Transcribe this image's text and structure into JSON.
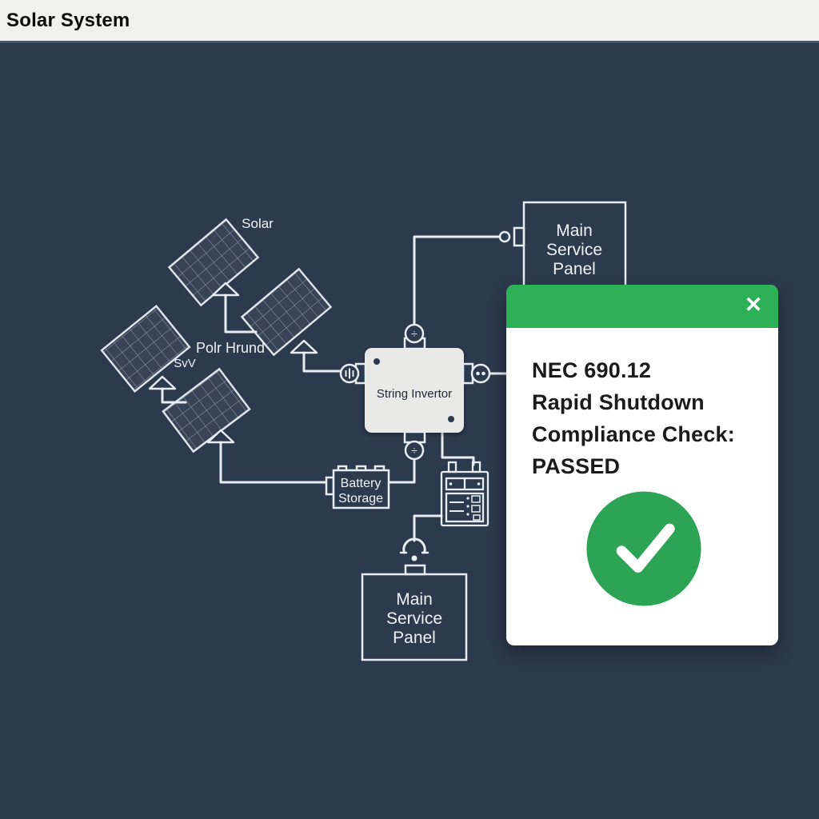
{
  "window": {
    "title": "Solar System"
  },
  "canvas": {
    "labels": {
      "solar": "Solar",
      "note_primary": "Polr Hrund",
      "note_secondary": "SvV",
      "inverter": "String Invertor",
      "battery": [
        "Battery",
        "Storage"
      ],
      "service_panel": [
        "Main",
        "Service",
        "Panel"
      ]
    },
    "ports": {
      "top": "÷",
      "bottom": "÷"
    }
  },
  "dialog": {
    "close_glyph": "✕",
    "lines": [
      "NEC 690.12",
      "Rapid Shutdown",
      "Compliance Check:",
      "PASSED"
    ],
    "status": "PASSED",
    "icons": {
      "close": "x-close",
      "result": "check-mark-circle"
    }
  },
  "colors": {
    "canvas_bg": "#2c3a4d",
    "topbar_bg": "#f0f0ee",
    "dialog_header_green": "#2db157",
    "check_circle_green": "#2da455",
    "wire": "#e8edf1",
    "inverter_fill": "#e9eae8",
    "text_dark": "#1b1b1b"
  }
}
